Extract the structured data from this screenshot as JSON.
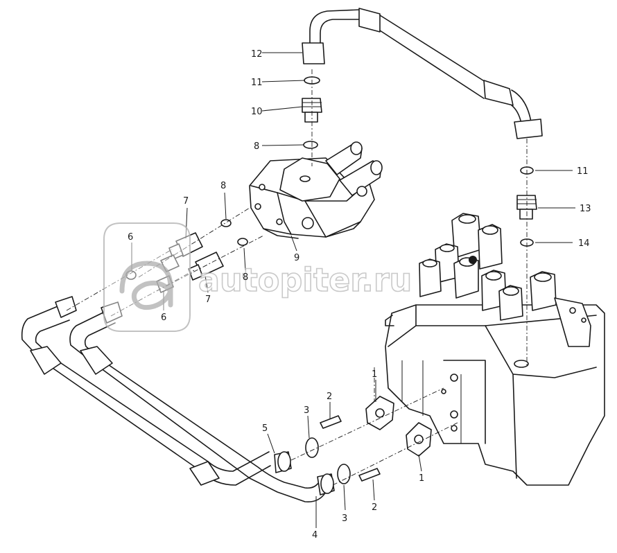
{
  "watermark": {
    "text": "autopiter.ru"
  },
  "callouts": [
    {
      "id": "c12",
      "text": "12"
    },
    {
      "id": "c11a",
      "text": "11"
    },
    {
      "id": "c10",
      "text": "10"
    },
    {
      "id": "c8a",
      "text": "8"
    },
    {
      "id": "c11b",
      "text": "11"
    },
    {
      "id": "c13",
      "text": "13"
    },
    {
      "id": "c14",
      "text": "14"
    },
    {
      "id": "c8b",
      "text": "8"
    },
    {
      "id": "c7a",
      "text": "7"
    },
    {
      "id": "c6a",
      "text": "6"
    },
    {
      "id": "c9",
      "text": "9"
    },
    {
      "id": "c8c",
      "text": "8"
    },
    {
      "id": "c7b",
      "text": "7"
    },
    {
      "id": "c6b",
      "text": "6"
    },
    {
      "id": "c1a",
      "text": "1"
    },
    {
      "id": "c2a",
      "text": "2"
    },
    {
      "id": "c3a",
      "text": "3"
    },
    {
      "id": "c5",
      "text": "5"
    },
    {
      "id": "c1b",
      "text": "1"
    },
    {
      "id": "c3b",
      "text": "3"
    },
    {
      "id": "c2b",
      "text": "2"
    },
    {
      "id": "c4",
      "text": "4"
    }
  ]
}
